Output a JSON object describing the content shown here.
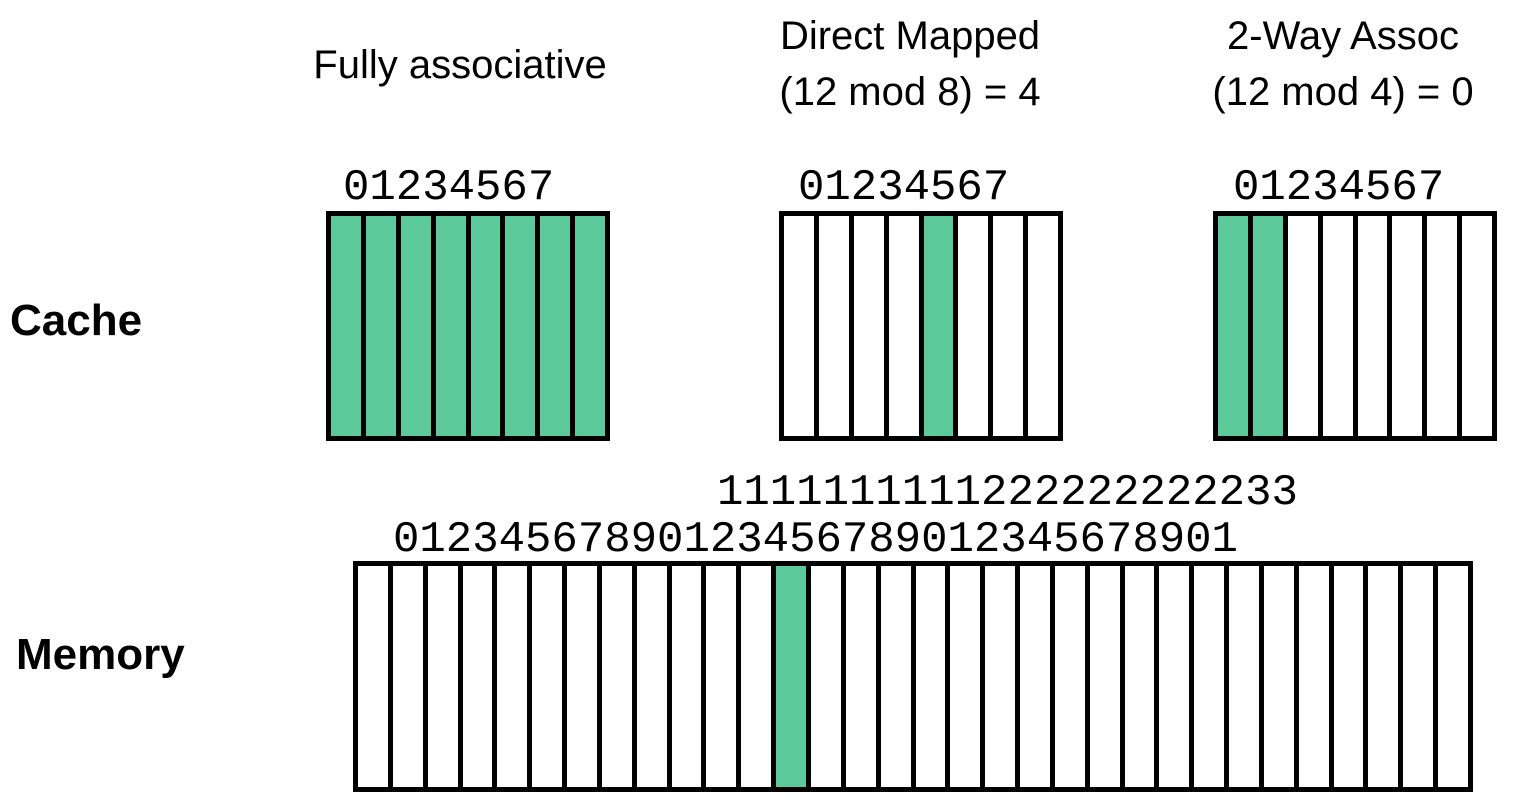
{
  "colors": {
    "highlight": "#5bc999",
    "outline": "#000000",
    "background": "#ffffff"
  },
  "row_labels": {
    "cache": "Cache",
    "memory": "Memory"
  },
  "caches": [
    {
      "title_line1": "Fully associative",
      "title_line2": "",
      "indices": "01234567",
      "slot_count": 8,
      "highlighted": [
        0,
        1,
        2,
        3,
        4,
        5,
        6,
        7
      ]
    },
    {
      "title_line1": "Direct Mapped",
      "title_line2": "(12 mod 8) = 4",
      "indices": "01234567",
      "slot_count": 8,
      "highlighted": [
        4
      ]
    },
    {
      "title_line1": "2-Way Assoc",
      "title_line2": "(12 mod 4) = 0",
      "indices": "01234567",
      "slot_count": 8,
      "highlighted": [
        0,
        1
      ]
    }
  ],
  "memory": {
    "indices_tens": "1111111111222222222233",
    "indices_ones": "01234567890123456789012345678901",
    "slot_count": 32,
    "highlighted": [
      12
    ]
  }
}
